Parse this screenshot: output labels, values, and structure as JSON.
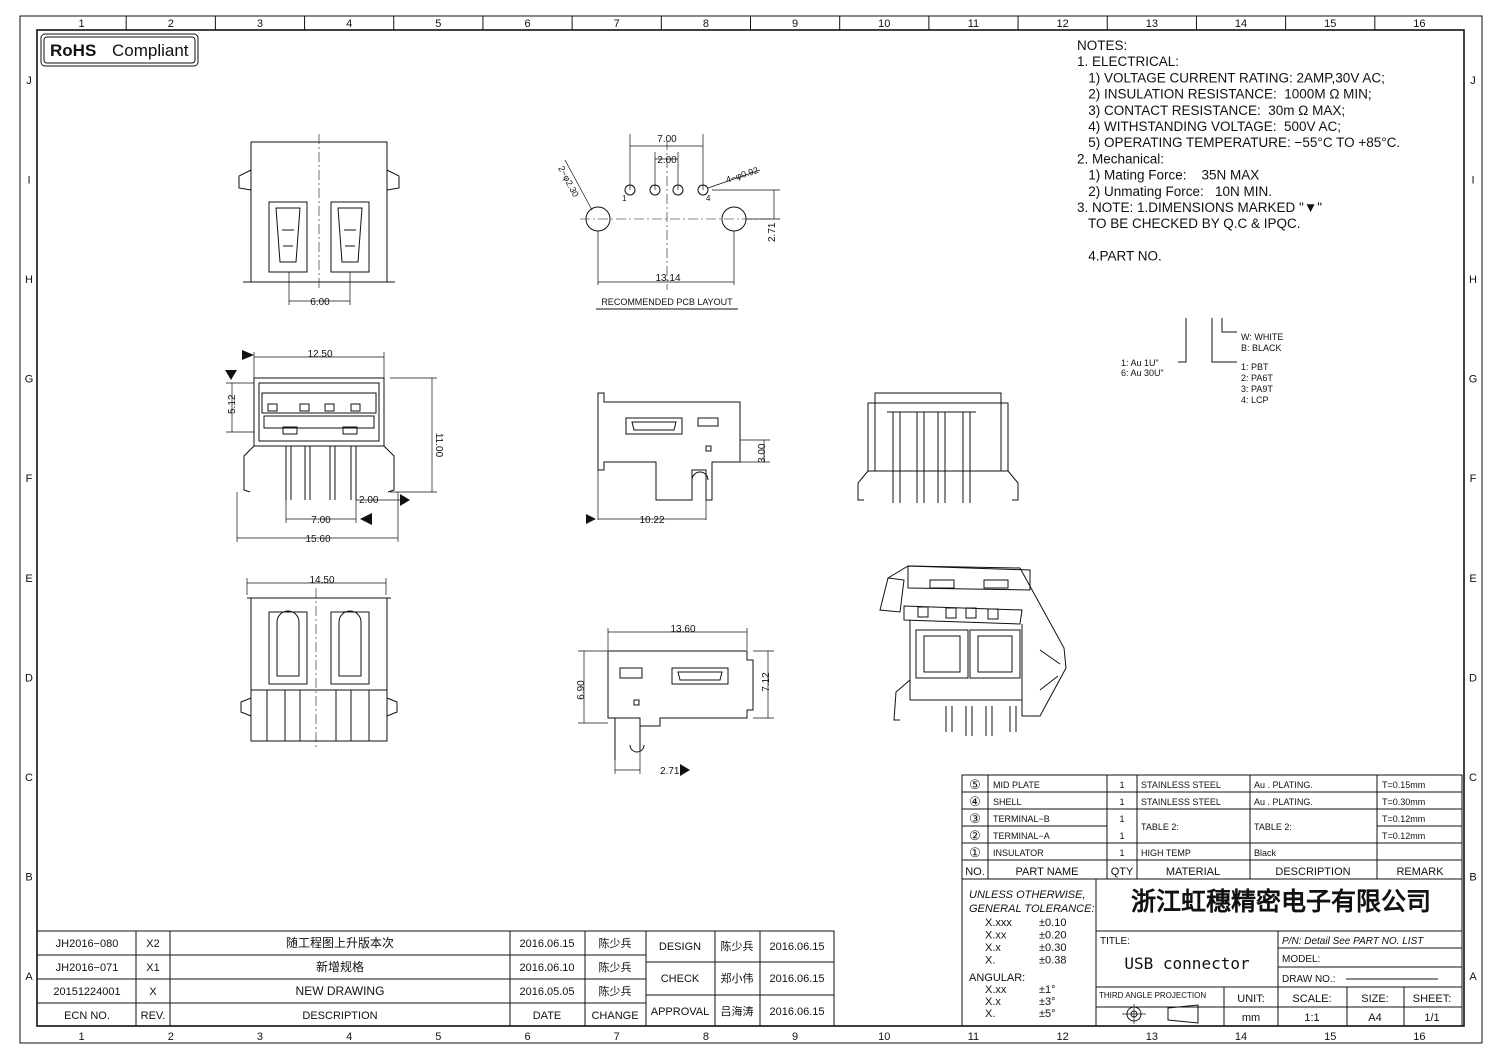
{
  "badge": {
    "rohs": "RoHS",
    "compliant": "Compliant"
  },
  "border": {
    "cols": [
      "1",
      "2",
      "3",
      "4",
      "5",
      "6",
      "7",
      "8",
      "9",
      "10",
      "11",
      "12",
      "13",
      "14",
      "15",
      "16"
    ],
    "rows": [
      "J",
      "I",
      "H",
      "G",
      "F",
      "E",
      "D",
      "C",
      "B",
      "A"
    ]
  },
  "notes": [
    "NOTES:",
    "1. ELECTRICAL:",
    "   1) VOLTAGE CURRENT RATING: 2AMP,30V AC;",
    "   2) INSULATION RESISTANCE:  1000M Ω MIN;",
    "   3) CONTACT RESISTANCE:  30m Ω MAX;",
    "   4) WITHSTANDING VOLTAGE:  500V AC;",
    "   5) OPERATING TEMPERATURE: −55°C TO +85°C.",
    "2. Mechanical:",
    "   1) Mating Force:    35N MAX",
    "   2) Unmating Force:   10N MIN.",
    "3. NOTE: 1.DIMENSIONS MARKED \"▼\"",
    "   TO BE CHECKED BY Q.C & IPQC.",
    "",
    "   4.PART NO."
  ],
  "part_no": {
    "plating": [
      "1: Au 1U\"",
      "6: Au 30U\""
    ],
    "color": [
      "W: WHITE",
      "B: BLACK"
    ],
    "material": [
      "1: PBT",
      "2: PA6T",
      "3: PA9T",
      "4: LCP"
    ]
  },
  "dimensions": {
    "top_view_width": "6.00",
    "pcb_pitch_total": "7.00",
    "pcb_pitch": "2.00",
    "pcb_hole_small": "4−φ0.92",
    "pcb_hole_big": "2−φ2.30",
    "pcb_span": "13.14",
    "pcb_offset": "2.71",
    "pcb_pin1": "1",
    "pcb_pin4": "4",
    "pcb_caption": "RECOMMENDED PCB LAYOUT",
    "front_width": "12.50",
    "front_height": "5.12",
    "front_total_height": "11.00",
    "front_offset": "2.00",
    "front_pin_span": "7.00",
    "front_overall": "15.60",
    "side_height": "3.00",
    "side_length": "10.22",
    "bottom_width": "14.50",
    "side2_length": "13.60",
    "side2_height_a": "6.90",
    "side2_height_b": "7.12",
    "side2_pin": "2.71"
  },
  "bom": {
    "rows": [
      {
        "no": "⑤",
        "name": "MID PLATE",
        "qty": "1",
        "material": "STAINLESS STEEL",
        "desc": "Au . PLATING.",
        "remark": "T=0.15mm"
      },
      {
        "no": "④",
        "name": "SHELL",
        "qty": "1",
        "material": "STAINLESS STEEL",
        "desc": "Au . PLATING.",
        "remark": "T=0.30mm"
      },
      {
        "no": "③",
        "name": "TERMINAL−B",
        "qty": "1",
        "material": "TABLE 2:",
        "desc": "TABLE 2:",
        "remark": "T=0.12mm"
      },
      {
        "no": "②",
        "name": "TERMINAL−A",
        "qty": "1",
        "material": "",
        "desc": "",
        "remark": "T=0.12mm"
      },
      {
        "no": "①",
        "name": "INSULATOR",
        "qty": "1",
        "material": "HIGH TEMP",
        "desc": "Black",
        "remark": ""
      }
    ],
    "header": {
      "no": "NO.",
      "name": "PART NAME",
      "qty": "QTY",
      "material": "MATERIAL",
      "desc": "DESCRIPTION",
      "remark": "REMARK"
    }
  },
  "tolerance": {
    "title1": "UNLESS OTHERWISE,",
    "title2": "GENERAL TOLERANCE:",
    "rows": [
      [
        "X.xxx",
        "±0.10"
      ],
      [
        "X.xx",
        "±0.20"
      ],
      [
        "X.x",
        "±0.30"
      ],
      [
        "X.",
        "±0.38"
      ]
    ],
    "angular_label": "ANGULAR:",
    "angular": [
      [
        "X.xx",
        "±1°"
      ],
      [
        "X.x",
        "±3°"
      ],
      [
        "X.",
        "±5°"
      ]
    ]
  },
  "company": "浙江虹穗精密电子有限公司",
  "title_block": {
    "title_label": "TITLE:",
    "title": "USB connector",
    "pn": "P/N: Detail  See  PART  NO.  LIST",
    "model": "MODEL:",
    "draw_no": "DRAW  NO.:",
    "projection": "THIRD  ANGLE  PROJECTION",
    "unit_label": "UNIT:",
    "unit": "mm",
    "scale_label": "SCALE:",
    "scale": "1:1",
    "size_label": "SIZE:",
    "size": "A4",
    "sheet_label": "SHEET:",
    "sheet": "1/1"
  },
  "revisions": [
    {
      "ecn": "JH2016−080",
      "rev": "X2",
      "desc": "随工程图上升版本次",
      "date": "2016.06.15",
      "change": "陈少兵"
    },
    {
      "ecn": "JH2016−071",
      "rev": "X1",
      "desc": "新增规格",
      "date": "2016.06.10",
      "change": "陈少兵"
    },
    {
      "ecn": "20151224001",
      "rev": "X",
      "desc": "NEW  DRAWING",
      "date": "2016.05.05",
      "change": "陈少兵"
    }
  ],
  "revision_header": {
    "ecn": "ECN  NO.",
    "rev": "REV.",
    "desc": "DESCRIPTION",
    "date": "DATE",
    "change": "CHANGE"
  },
  "approvals": [
    {
      "role": "DESIGN",
      "name": "陈少兵",
      "date": "2016.06.15"
    },
    {
      "role": "CHECK",
      "name": "郑小伟",
      "date": "2016.06.15"
    },
    {
      "role": "APPROVAL",
      "name": "吕海涛",
      "date": "2016.06.15"
    }
  ]
}
